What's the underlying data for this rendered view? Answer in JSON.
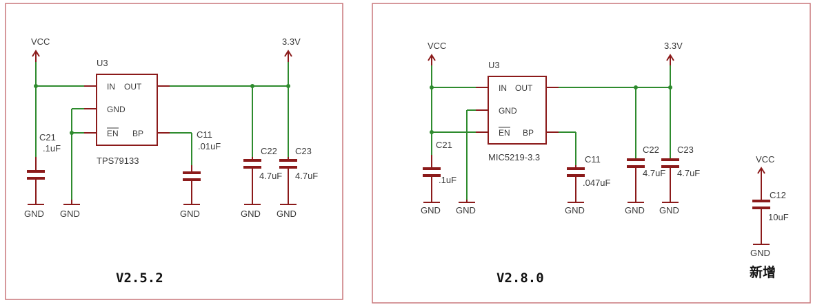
{
  "left": {
    "version": "V2.5.2",
    "vcc": "VCC",
    "v33": "3.3V",
    "ic": {
      "ref": "U3",
      "part": "TPS79133",
      "in": "IN",
      "out": "OUT",
      "gnd": "GND",
      "en": "EN",
      "bp": "BP"
    },
    "c21": {
      "ref": "C21",
      "val": ".1uF"
    },
    "c11": {
      "ref": "C11",
      "val": ".01uF"
    },
    "c22": {
      "ref": "C22",
      "val": "4.7uF"
    },
    "c23": {
      "ref": "C23",
      "val": "4.7uF"
    },
    "gnd": "GND"
  },
  "right": {
    "version": "V2.8.0",
    "vcc": "VCC",
    "v33": "3.3V",
    "ic": {
      "ref": "U3",
      "part": "MIC5219-3.3",
      "in": "IN",
      "out": "OUT",
      "gnd": "GND",
      "en": "EN",
      "bp": "BP"
    },
    "c21": {
      "ref": "C21",
      "val": ".1uF"
    },
    "c11": {
      "ref": "C11",
      "val": ".047uF"
    },
    "c22": {
      "ref": "C22",
      "val": "4.7uF"
    },
    "c23": {
      "ref": "C23",
      "val": "4.7uF"
    },
    "gnd": "GND",
    "c12": {
      "vcc": "VCC",
      "ref": "C12",
      "val": "10uF",
      "gnd": "GND",
      "note": "新增"
    }
  },
  "colors": {
    "wire": "#2e8b2e",
    "part": "#8b1a1a",
    "frame": "#c9777a"
  }
}
